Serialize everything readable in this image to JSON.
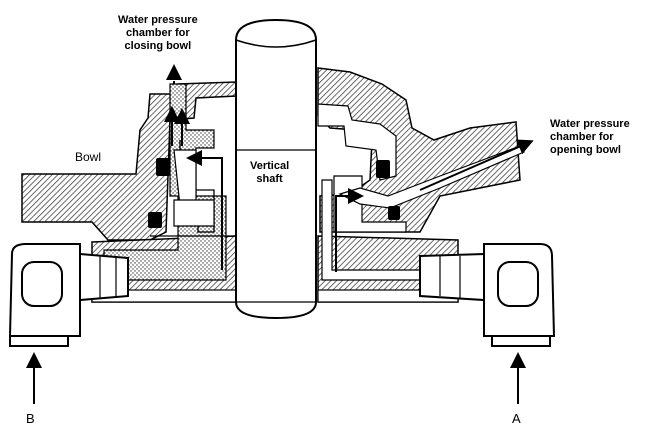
{
  "labels": {
    "closing_chamber": [
      "Water pressure",
      "chamber for",
      "closing bowl"
    ],
    "opening_chamber": [
      "Water pressure",
      "chamber for",
      "opening bowl"
    ],
    "bowl": "Bowl",
    "shaft": [
      "Vertical",
      "shaft"
    ],
    "inlet_b": "B",
    "inlet_a": "A"
  },
  "colors": {
    "ink": "#000000",
    "paper": "#ffffff",
    "hatch": "#444444"
  }
}
